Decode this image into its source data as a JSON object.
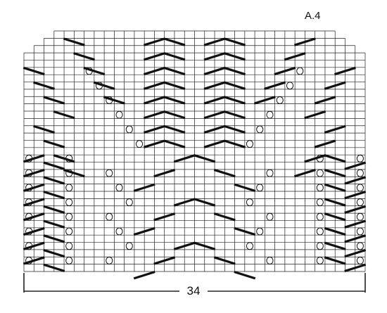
{
  "chart": {
    "title": "A.4",
    "stitch_count": "34",
    "columns": 34,
    "rows": 33
  },
  "symbols": [
    {
      "name": "blank-square",
      "meaning": "stitch"
    },
    {
      "name": "yarn-over-oval",
      "meaning": "yarn over"
    },
    {
      "name": "slanted-bar",
      "meaning": "decrease"
    }
  ],
  "colors": {
    "grid_line": "#222222",
    "symbol": "#111111",
    "background": "#ffffff"
  }
}
